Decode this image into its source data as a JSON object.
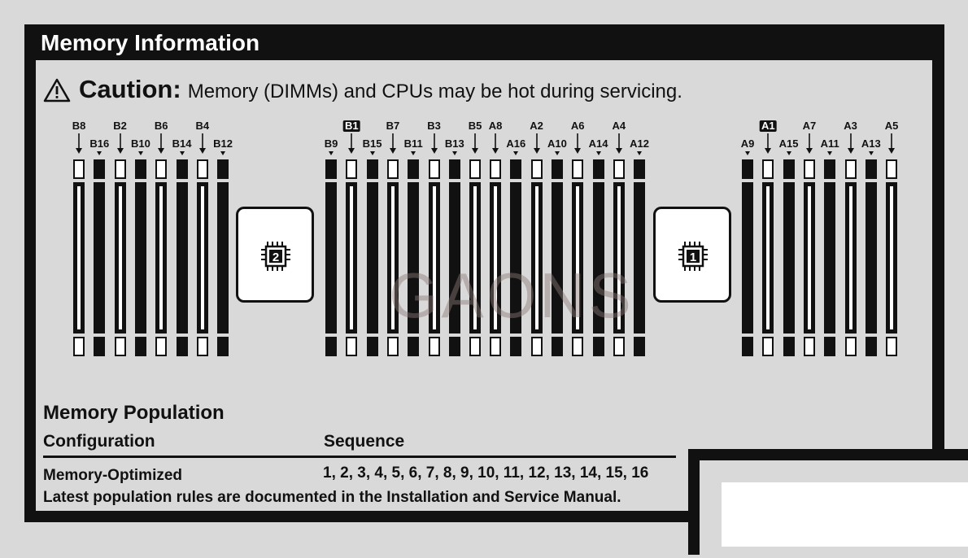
{
  "title": "Memory Information",
  "caution": {
    "label": "Caution:",
    "text": "Memory (DIMMs) and CPUs may be hot during servicing.",
    "icon": "warning-triangle-icon"
  },
  "cpus": [
    {
      "number": "2",
      "icon": "cpu-chip-icon"
    },
    {
      "number": "1",
      "icon": "cpu-chip-icon"
    }
  ],
  "slot_groups": [
    {
      "top_labels": [
        "B8",
        "B2",
        "B6",
        "B4"
      ],
      "mid_labels": [
        "B16",
        "B10",
        "B14",
        "B12"
      ]
    },
    {
      "top_labels": [
        "B1",
        "B7",
        "B3",
        "B5"
      ],
      "mid_labels": [
        "B9",
        "B15",
        "B11",
        "B13"
      ]
    },
    {
      "top_labels": [
        "A8",
        "A2",
        "A6",
        "A4"
      ],
      "mid_labels": [
        "A16",
        "A10",
        "A14",
        "A12"
      ]
    },
    {
      "top_labels": [
        "A1",
        "A7",
        "A3",
        "A5"
      ],
      "mid_labels": [
        "A9",
        "A15",
        "A11",
        "A13"
      ]
    }
  ],
  "watermark": "GAONS",
  "population": {
    "title": "Memory Population",
    "headers": {
      "configuration": "Configuration",
      "sequence": "Sequence"
    },
    "rows": [
      {
        "configuration": "Memory-Optimized",
        "sequence": "1, 2, 3, 4, 5, 6, 7, 8, 9, 10, 11, 12, 13, 14, 15, 16"
      }
    ],
    "note": "Latest population rules are documented in the Installation and Service Manual."
  }
}
